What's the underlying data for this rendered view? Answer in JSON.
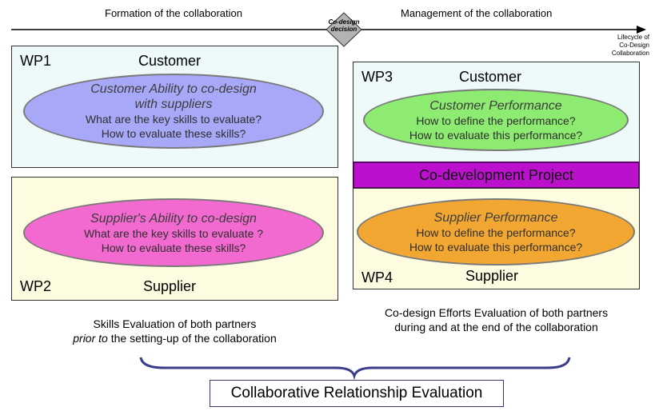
{
  "timeline": {
    "formation_label": "Formation of the collaboration",
    "management_label": "Management of the collaboration",
    "decision_label": "Co-design decision",
    "lifecycle_label": [
      "Lifecycle of",
      "Co-Design",
      "Collaboration"
    ]
  },
  "wp1": {
    "tag": "WP1",
    "role": "Customer",
    "title": [
      "Customer Ability to co-design",
      "with suppliers"
    ],
    "questions": [
      "What are the key skills to evaluate?",
      "How to evaluate these skills?"
    ]
  },
  "wp2": {
    "tag": "WP2",
    "role": "Supplier",
    "title": [
      "Supplier's Ability to co-design"
    ],
    "questions": [
      "What are the key skills to evaluate ?",
      "How to evaluate these skills?"
    ]
  },
  "wp3": {
    "tag": "WP3",
    "role": "Customer",
    "title": [
      "Customer Performance"
    ],
    "questions": [
      "How to define the performance?",
      "How to evaluate this performance?"
    ]
  },
  "wp4": {
    "tag": "WP4",
    "role": "Supplier",
    "title": [
      "Supplier Performance"
    ],
    "questions": [
      "How to define the performance?",
      "How to evaluate this performance?"
    ]
  },
  "codev_project": "Co-development Project",
  "left_caption": {
    "line1": "Skills Evaluation of both partners",
    "line2_em": "prior to",
    "line2_rest": " the setting-up of the collaboration"
  },
  "right_caption": {
    "line1": "Co-design Efforts Evaluation of both partners",
    "line2": "during and at the end of the collaboration"
  },
  "final_box": "Collaborative Relationship Evaluation",
  "colors": {
    "customer_panel": "#eefafa",
    "supplier_panel": "#fdfbe0",
    "wp1_ellipse": "#a8a8f8",
    "wp2_ellipse": "#f26ad0",
    "wp3_ellipse": "#8ceb70",
    "wp4_ellipse": "#f2a733",
    "codev_bar": "#bb11cc",
    "brace": "#3b3b8c"
  }
}
